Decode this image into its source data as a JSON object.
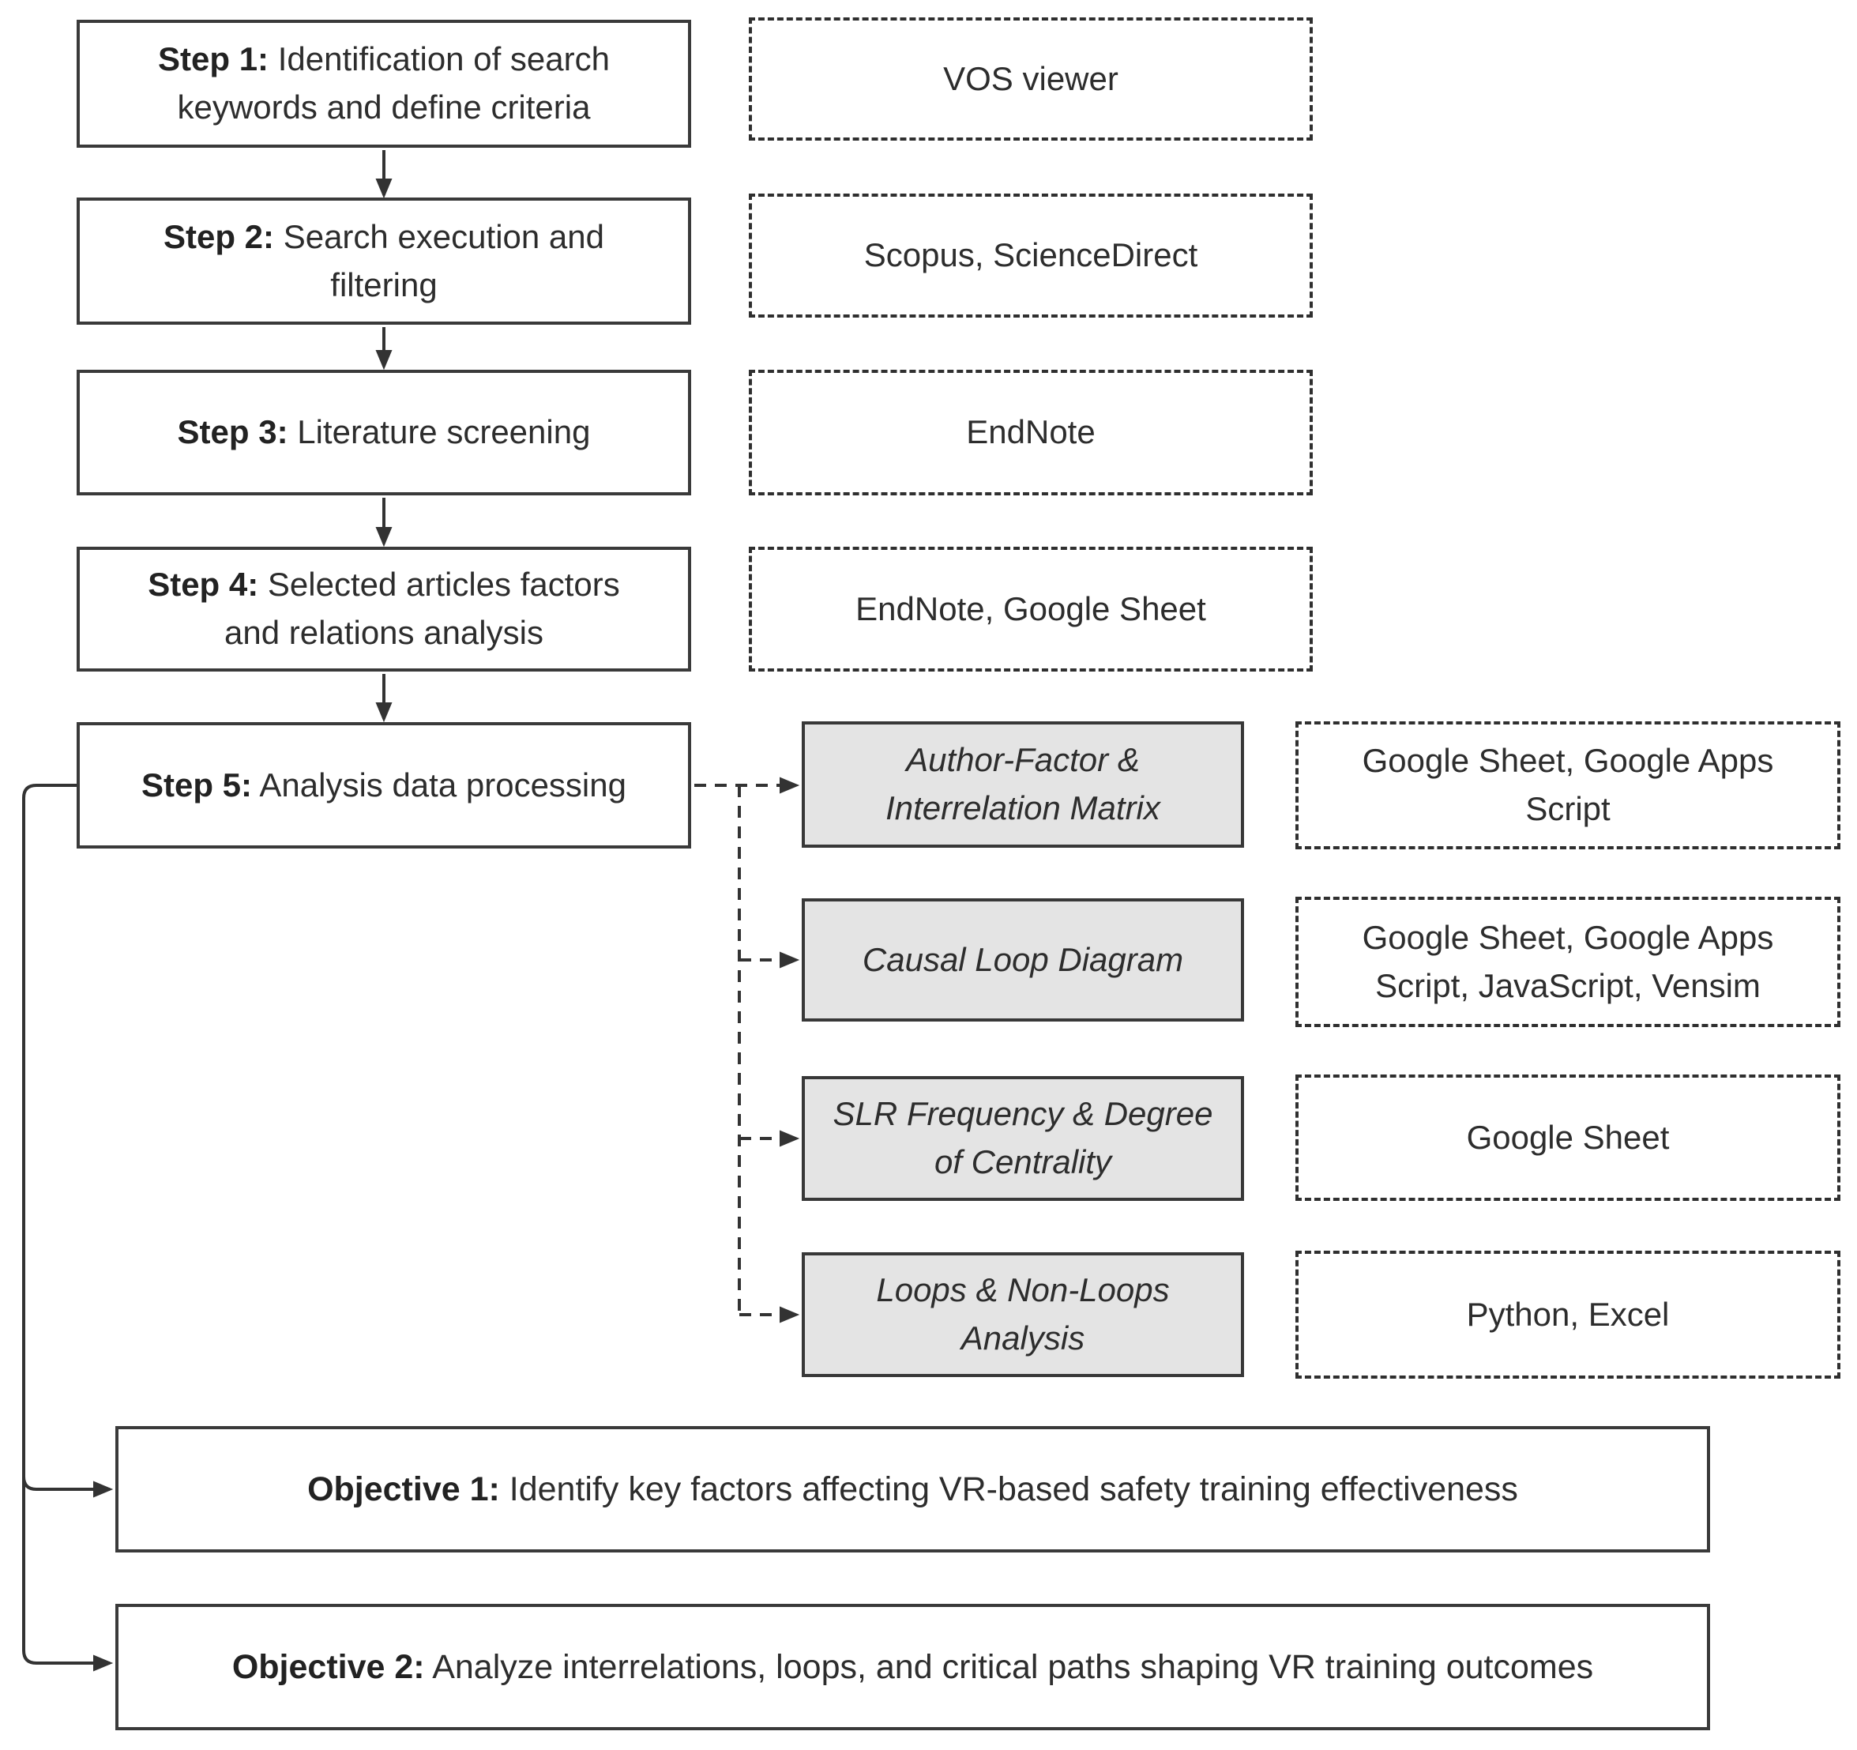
{
  "flowchart": {
    "steps": [
      {
        "prefix": "Step 1:",
        "text": "Identification of search keywords and define criteria",
        "tool": "VOS viewer"
      },
      {
        "prefix": "Step 2:",
        "text": "Search execution and filtering",
        "tool": "Scopus, ScienceDirect"
      },
      {
        "prefix": "Step 3:",
        "text": "Literature screening",
        "tool": "EndNote"
      },
      {
        "prefix": "Step 4:",
        "text": "Selected articles factors and relations analysis",
        "tool": "EndNote, Google Sheet"
      },
      {
        "prefix": "Step 5:",
        "text": "Analysis data processing"
      }
    ],
    "analyses": [
      {
        "label": "Author-Factor & Interrelation Matrix",
        "tool": "Google Sheet, Google Apps Script"
      },
      {
        "label": "Causal Loop Diagram",
        "tool": "Google Sheet, Google Apps Script, JavaScript, Vensim"
      },
      {
        "label": "SLR Frequency & Degree of Centrality",
        "tool": "Google Sheet"
      },
      {
        "label": "Loops & Non-Loops Analysis",
        "tool": "Python, Excel"
      }
    ],
    "objectives": [
      {
        "prefix": "Objective 1:",
        "text": "Identify key factors affecting VR-based safety training effectiveness"
      },
      {
        "prefix": "Objective 2:",
        "text": "Analyze interrelations, loops, and critical paths shaping VR training outcomes"
      }
    ],
    "colors": {
      "line": "#333333",
      "box_border": "#3a3a3a",
      "analysis_fill": "#e4e4e4",
      "background": "#ffffff",
      "text": "#2d2d2d"
    }
  }
}
